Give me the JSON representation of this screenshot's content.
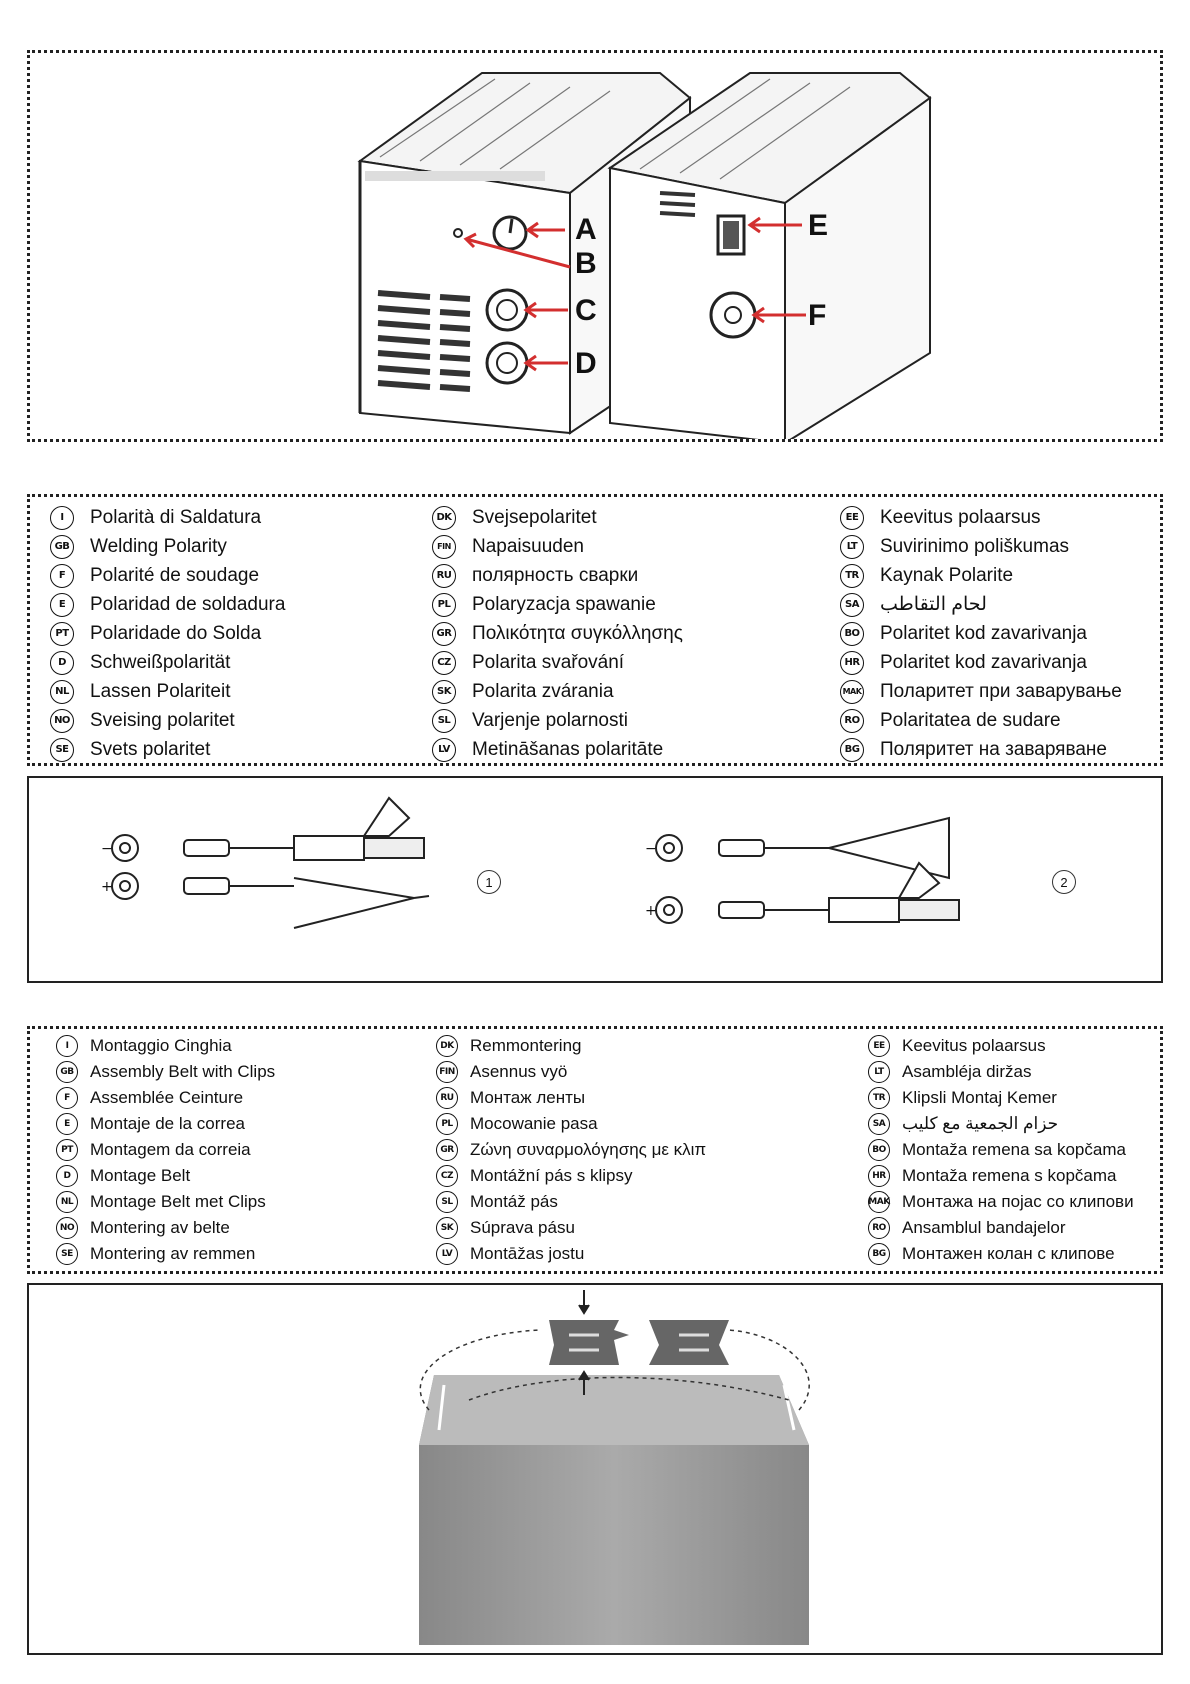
{
  "figure_labels": [
    "A",
    "B",
    "C",
    "D",
    "E",
    "F"
  ],
  "polarity": {
    "col1": [
      {
        "code": "I",
        "text": "Polarità di Saldatura"
      },
      {
        "code": "GB",
        "text": "Welding Polarity"
      },
      {
        "code": "F",
        "text": "Polarité de soudage"
      },
      {
        "code": "E",
        "text": "Polaridad de soldadura"
      },
      {
        "code": "PT",
        "text": "Polaridade do Solda"
      },
      {
        "code": "D",
        "text": "Schweißpolarität"
      },
      {
        "code": "NL",
        "text": "Lassen Polariteit"
      },
      {
        "code": "NO",
        "text": "Sveising polaritet"
      },
      {
        "code": "SE",
        "text": "Svets polaritet"
      }
    ],
    "col2": [
      {
        "code": "DK",
        "text": "Svejsepolaritet"
      },
      {
        "code": "FIN",
        "text": "Napaisuuden"
      },
      {
        "code": "RU",
        "text": "полярность сварки"
      },
      {
        "code": "PL",
        "text": "Polaryzacja spawanie"
      },
      {
        "code": "GR",
        "text": "Πολικότητα συγκόλλησης"
      },
      {
        "code": "CZ",
        "text": "Polarita svařování"
      },
      {
        "code": "SK",
        "text": "Polarita zvárania"
      },
      {
        "code": "SL",
        "text": "Varjenje polarnosti"
      },
      {
        "code": "LV",
        "text": "Metināšanas polaritāte"
      }
    ],
    "col3": [
      {
        "code": "EE",
        "text": "Keevitus polaarsus"
      },
      {
        "code": "LT",
        "text": "Suvirinimo poliškumas"
      },
      {
        "code": "TR",
        "text": "Kaynak Polarite"
      },
      {
        "code": "SA",
        "text": "لحام التقاطب"
      },
      {
        "code": "BO",
        "text": "Polaritet kod zavarivanja"
      },
      {
        "code": "HR",
        "text": "Polaritet kod zavarivanja"
      },
      {
        "code": "MAK",
        "text": "Поларитет при заварување"
      },
      {
        "code": "RO",
        "text": "Polaritatea de sudare"
      },
      {
        "code": "BG",
        "text": "Поляритет на заваряване"
      }
    ]
  },
  "connection_diagram": {
    "minus": "−",
    "plus": "+",
    "option1": "1",
    "option2": "2"
  },
  "belt": {
    "col1": [
      {
        "code": "I",
        "text": "Montaggio Cinghia"
      },
      {
        "code": "GB",
        "text": "Assembly Belt with Clips"
      },
      {
        "code": "F",
        "text": "Assemblée Ceinture"
      },
      {
        "code": "E",
        "text": "Montaje de la correa"
      },
      {
        "code": "PT",
        "text": "Montagem da correia"
      },
      {
        "code": "D",
        "text": "Montage Belt"
      },
      {
        "code": "NL",
        "text": "Montage Belt met Clips"
      },
      {
        "code": "NO",
        "text": "Montering av belte"
      },
      {
        "code": "SE",
        "text": "Montering av remmen"
      }
    ],
    "col2": [
      {
        "code": "DK",
        "text": "Remmontering"
      },
      {
        "code": "FIN",
        "text": "Asennus vyö"
      },
      {
        "code": "RU",
        "text": "Монтаж ленты"
      },
      {
        "code": "PL",
        "text": "Mocowanie pasa"
      },
      {
        "code": "GR",
        "text": "Ζώνη συναρμολόγησης με κλιπ"
      },
      {
        "code": "CZ",
        "text": "Montážní pás s klipsy"
      },
      {
        "code": "SL",
        "text": "Montáž pás"
      },
      {
        "code": "SK",
        "text": "Súprava pásu"
      },
      {
        "code": "LV",
        "text": "Montāžas jostu"
      }
    ],
    "col3": [
      {
        "code": "EE",
        "text": "Keevitus polaarsus"
      },
      {
        "code": "LT",
        "text": "Asambléja diržas"
      },
      {
        "code": "TR",
        "text": "Klipsli Montaj Kemer"
      },
      {
        "code": "SA",
        "text": "حزام الجمعية مع كليب"
      },
      {
        "code": "BO",
        "text": "Montaža remena sa kopčama"
      },
      {
        "code": "HR",
        "text": "Montaža remena s kopčama"
      },
      {
        "code": "MAK",
        "text": "Монтажа на појас со клипови"
      },
      {
        "code": "RO",
        "text": "Ansamblul bandajelor"
      },
      {
        "code": "BG",
        "text": "Монтажен колан с клипове"
      }
    ]
  }
}
